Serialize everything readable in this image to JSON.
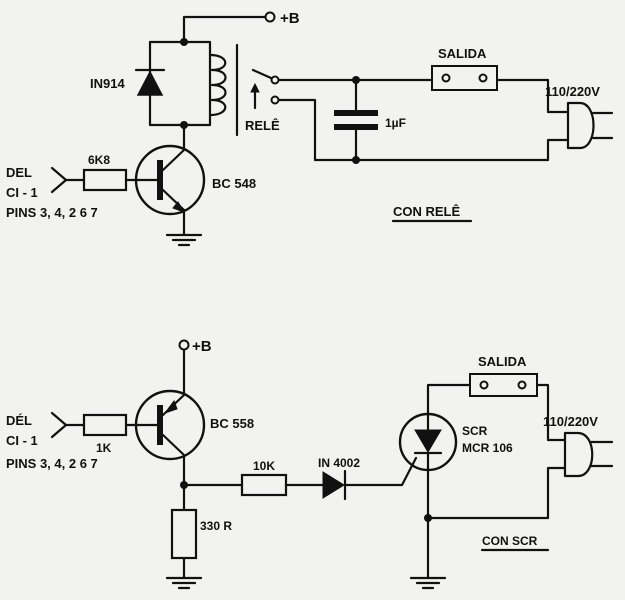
{
  "top_circuit": {
    "supply": "+B",
    "diode": "IN914",
    "input_label_1": "DEL",
    "input_label_2": "CI - 1",
    "input_label_3": "PINS 3, 4, 2 6 7",
    "resistor": "6K8",
    "transistor": "BC 548",
    "relay": "RELÊ",
    "capacitor": "1µF",
    "output_box": "SALIDA",
    "mains": "110/220V",
    "caption": "CON RELÊ"
  },
  "bottom_circuit": {
    "supply": "+B",
    "input_label_1": "DÉL",
    "input_label_2": "CI - 1",
    "input_label_3": "PINS 3, 4, 2 6 7",
    "base_resistor": "1K",
    "transistor": "BC 558",
    "emitter_resistor": "330 R",
    "series_resistor": "10K",
    "diode": "IN 4002",
    "scr_label_1": "SCR",
    "scr_label_2": "MCR 106",
    "output_box": "SALIDA",
    "mains": "110/220V",
    "caption": "CON SCR"
  }
}
